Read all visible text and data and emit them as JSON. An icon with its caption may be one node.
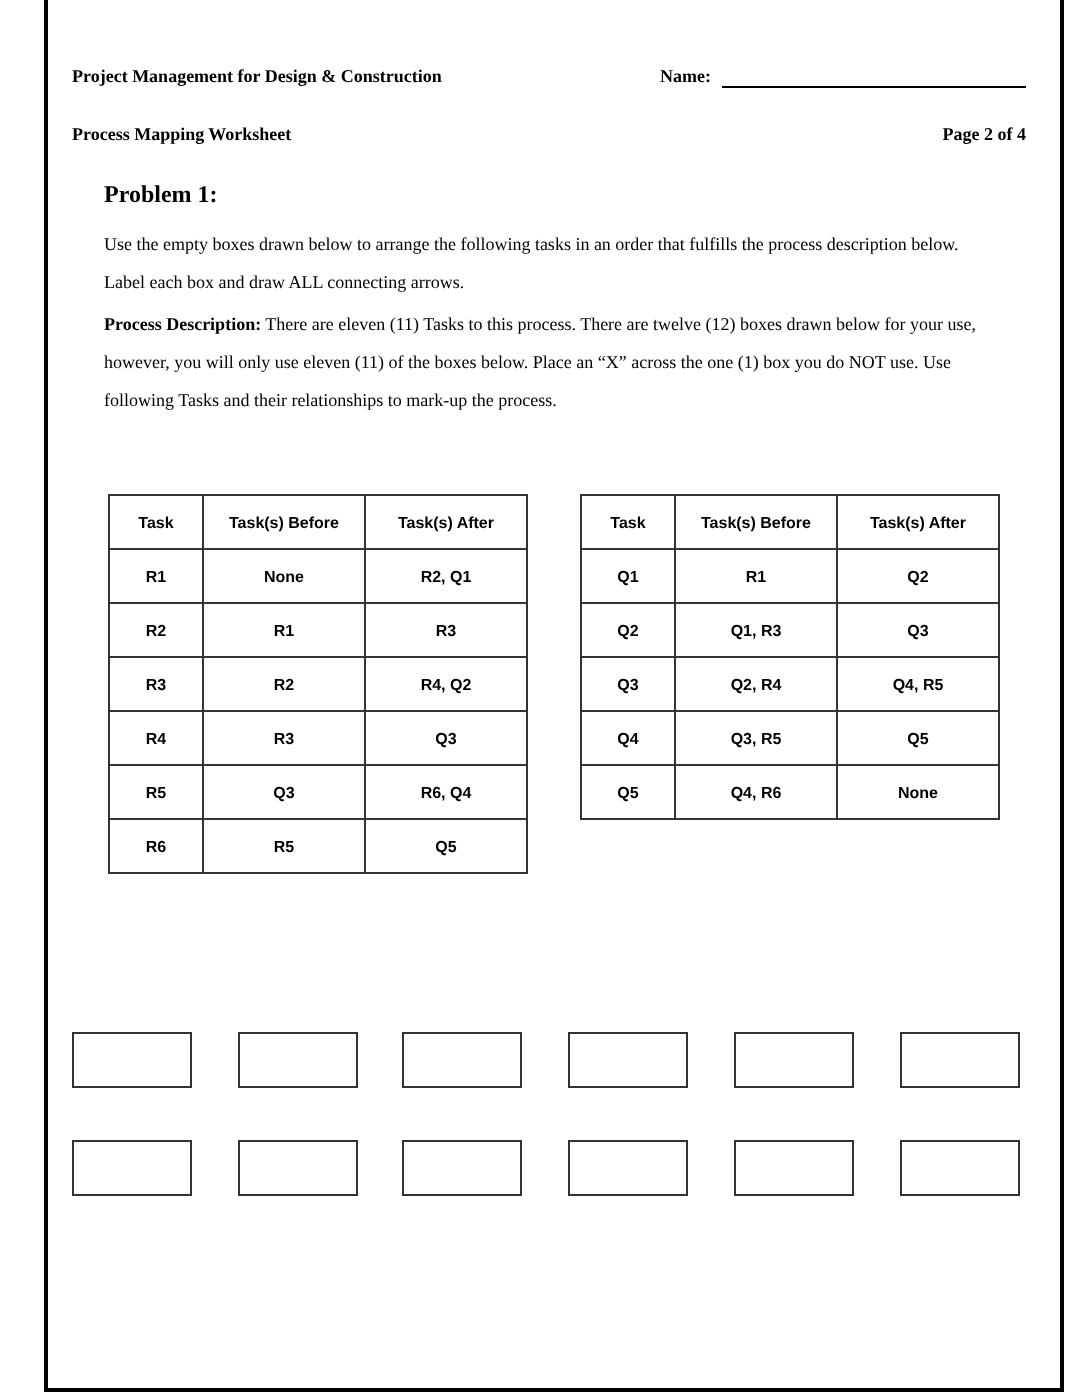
{
  "diagram": {
    "nodes": [
      {
        "text": [],
        "shape": "box"
      },
      {
        "text": [],
        "shape": "box"
      },
      {
        "text": [],
        "shape": "box"
      },
      {
        "text": [],
        "shape": "box"
      },
      {
        "text": [],
        "shape": "box"
      },
      {
        "text": [],
        "shape": "box"
      },
      {
        "text": [],
        "shape": "box"
      },
      {
        "text": [],
        "shape": "box"
      },
      {
        "text": [],
        "shape": "box"
      },
      {
        "text": [],
        "shape": "box"
      },
      {
        "text": [],
        "shape": "box"
      },
      {
        "text": [],
        "shape": "box"
      }
    ],
    "edges": [],
    "labels": [
      "Project Management for Design & Construction",
      "Name:",
      "Process Mapping Worksheet",
      "Page 2 of 4",
      "Problem 1:",
      "Use the empty boxes drawn below to arrange the following tasks in an order that fulfills the process description below.  Label each box and draw ALL connecting arrows.",
      "**Process Description:**  There are eleven (11) Tasks to this process.  There are twelve (12) boxes drawn below for your use, however, you will only use eleven (11) of the boxes below.  Place an “X” across the one (1) box you do NOT use.  Use following Tasks and their relationships to mark-up the process.",
      "Task",
      "Task(s) Before",
      "Task(s) After",
      "R1",
      "None",
      "R2, Q1",
      "R2",
      "R1",
      "R3",
      "R3",
      "R2",
      "R4, Q2",
      "R4",
      "R3",
      "Q3",
      "R5",
      "Q3",
      "R6, Q4",
      "R6",
      "R5",
      "Q5",
      "Task",
      "Task(s) Before",
      "Task(s) After",
      "Q1",
      "R1",
      "Q2",
      "Q2",
      "Q1, R3",
      "Q3",
      "Q3",
      "Q2, R4",
      "Q4, R5",
      "Q4",
      "Q3, R5",
      "Q5",
      "Q5",
      "Q4, R6",
      "None"
    ]
  }
}
